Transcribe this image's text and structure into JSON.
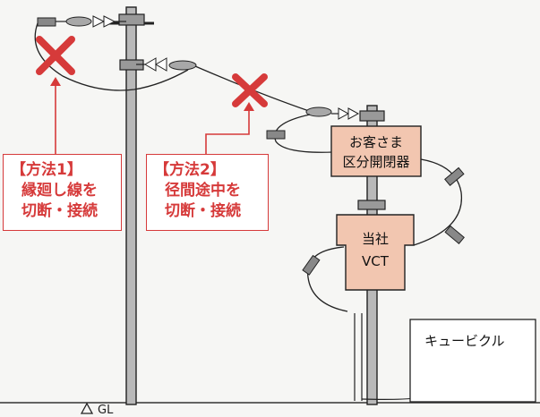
{
  "callout_1": {
    "title": "【方法1】",
    "line_1": "縁廻し線を",
    "line_2": "切断・接続"
  },
  "callout_2": {
    "title": "【方法2】",
    "line_1": "径間途中を",
    "line_2": "切断・接続"
  },
  "switch_box": {
    "line_1": "お客さま",
    "line_2": "区分開閉器"
  },
  "vct_box": {
    "line_1": "当社",
    "line_2": "VCT"
  },
  "cubicle": {
    "label": "キュービクル"
  },
  "ground": {
    "label": "GL"
  },
  "colors": {
    "accent_red": "#d63a3a",
    "equipment_fill": "#f2c6b0",
    "pole_fill": "#b9b9b9",
    "background": "#f6f6f4"
  },
  "icons": [
    "cut-x-icon",
    "insulator-icon",
    "ground-triangle-icon"
  ]
}
